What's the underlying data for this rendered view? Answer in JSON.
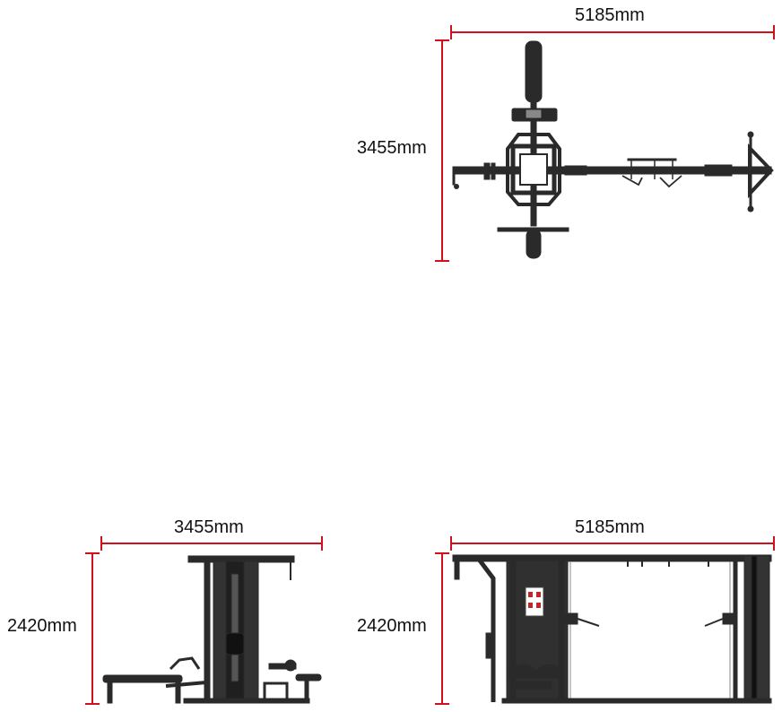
{
  "top_view": {
    "width_label": "5185mm",
    "depth_label": "3455mm"
  },
  "side_view": {
    "width_label": "3455mm",
    "height_label": "2420mm"
  },
  "front_view": {
    "width_label": "5185mm",
    "height_label": "2420mm"
  },
  "colors": {
    "dimension_line": "#d0111b",
    "machine": "#2a2a2a",
    "machine_light": "#555555",
    "accent": "#c0272d"
  }
}
